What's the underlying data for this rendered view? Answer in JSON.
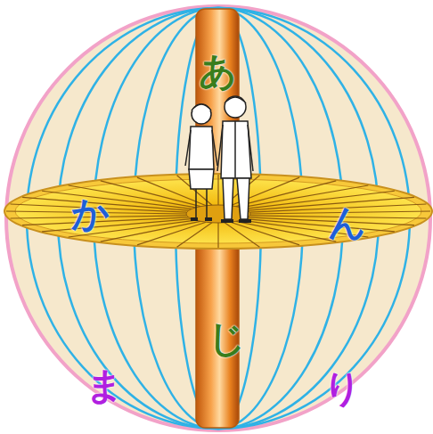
{
  "diagram": {
    "labels": [
      "あ",
      "か",
      "ん",
      "じ",
      "ま",
      "り"
    ]
  }
}
